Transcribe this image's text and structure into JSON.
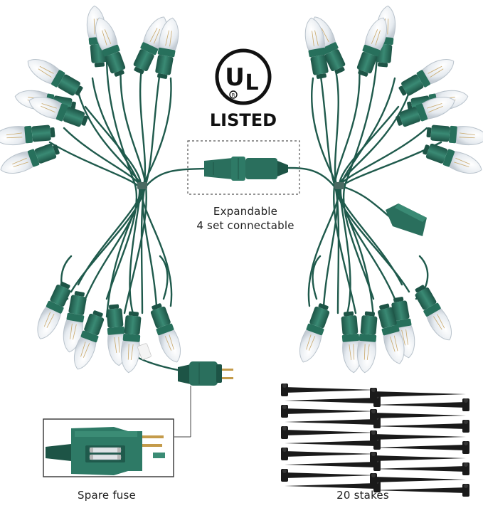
{
  "certification": {
    "mark": "UL",
    "registered": "R",
    "status": "LISTED"
  },
  "captions": {
    "connector_line1": "Expandable",
    "connector_line2": "4 set connectable",
    "fuse": "Spare fuse",
    "stakes": "20 stakes"
  },
  "colors": {
    "wire": "#1f5a4c",
    "socket": "#2e7a66",
    "socket_dark": "#1d5446",
    "bulb": "#eef2f6",
    "bulb_edge": "#b9c3cc",
    "stake": "#1a1a1a",
    "box_border": "#555555"
  },
  "items": {
    "stake_count": 20
  }
}
